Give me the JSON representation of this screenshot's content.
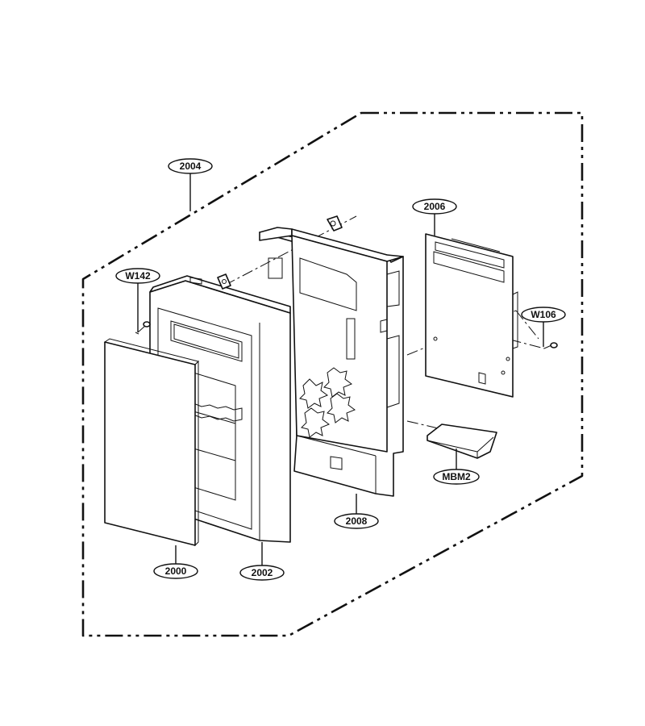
{
  "callouts": {
    "c2004": "2004",
    "c2006": "2006",
    "cW142": "W142",
    "cW106": "W106",
    "cMBM2": "MBM2",
    "c2008": "2008",
    "c2000": "2000",
    "c2002": "2002"
  }
}
